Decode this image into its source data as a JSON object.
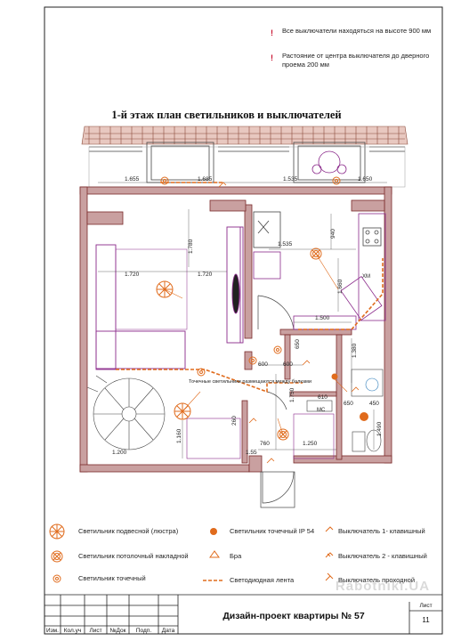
{
  "notes": [
    {
      "mark": "!",
      "text": "Все выключатели находяться на высоте 900 мм"
    },
    {
      "mark": "!",
      "text": "Растояние от центра выключателя до дверного проема 200 мм"
    }
  ],
  "plan": {
    "title": "1-й этаж план светильников и выключателей",
    "dimensions": [
      "1.655",
      "1.685",
      "1.535",
      "1.650",
      "1.535",
      "940",
      "1.780",
      "1.720",
      "1.720",
      "1.660",
      "1.500",
      "650",
      "600",
      "600",
      "1.750",
      "1.380",
      "610",
      "650",
      "450",
      "1.490",
      "1.160",
      "260",
      "760",
      "1.250",
      "1.55",
      "1.200"
    ],
    "labels": {
      "spot_note": "Точечные светильники размещаются между балками",
      "wc": "МС",
      "fridge": "ХМ"
    }
  },
  "legend": [
    {
      "icon": "pendant-lamp",
      "label": "Светильник подвесной (люстра)"
    },
    {
      "icon": "ceiling-lamp",
      "label": "Светильник потолочный накладной"
    },
    {
      "icon": "spot-lamp",
      "label": "Светильник точечный"
    },
    {
      "icon": "spot-ip54",
      "label": "Светильник точечный IP 54"
    },
    {
      "icon": "sconce",
      "label": "Бра"
    },
    {
      "icon": "led-strip",
      "label": "Светодиодная лента"
    },
    {
      "icon": "switch-1",
      "label": "Выключатель 1- клавишный"
    },
    {
      "icon": "switch-2",
      "label": "Выключатель 2 - клавишный"
    },
    {
      "icon": "switch-pass",
      "label": "Выключатель проходной"
    }
  ],
  "title_block": {
    "columns": [
      "Изм.",
      "Кол.уч",
      "Лист",
      "№Док",
      "Подп.",
      "Дата"
    ],
    "title": "Дизайн-проект квартиры № 57",
    "sheet_label": "Лист",
    "sheet_number": "11"
  },
  "watermark": "Rabotniki.UA",
  "colors": {
    "wall": "#c9a0a0",
    "wall_stroke": "#7a2a2a",
    "furniture": "#8b2a8b",
    "light": "#e06b1c",
    "roof": "#e8c8c0"
  }
}
